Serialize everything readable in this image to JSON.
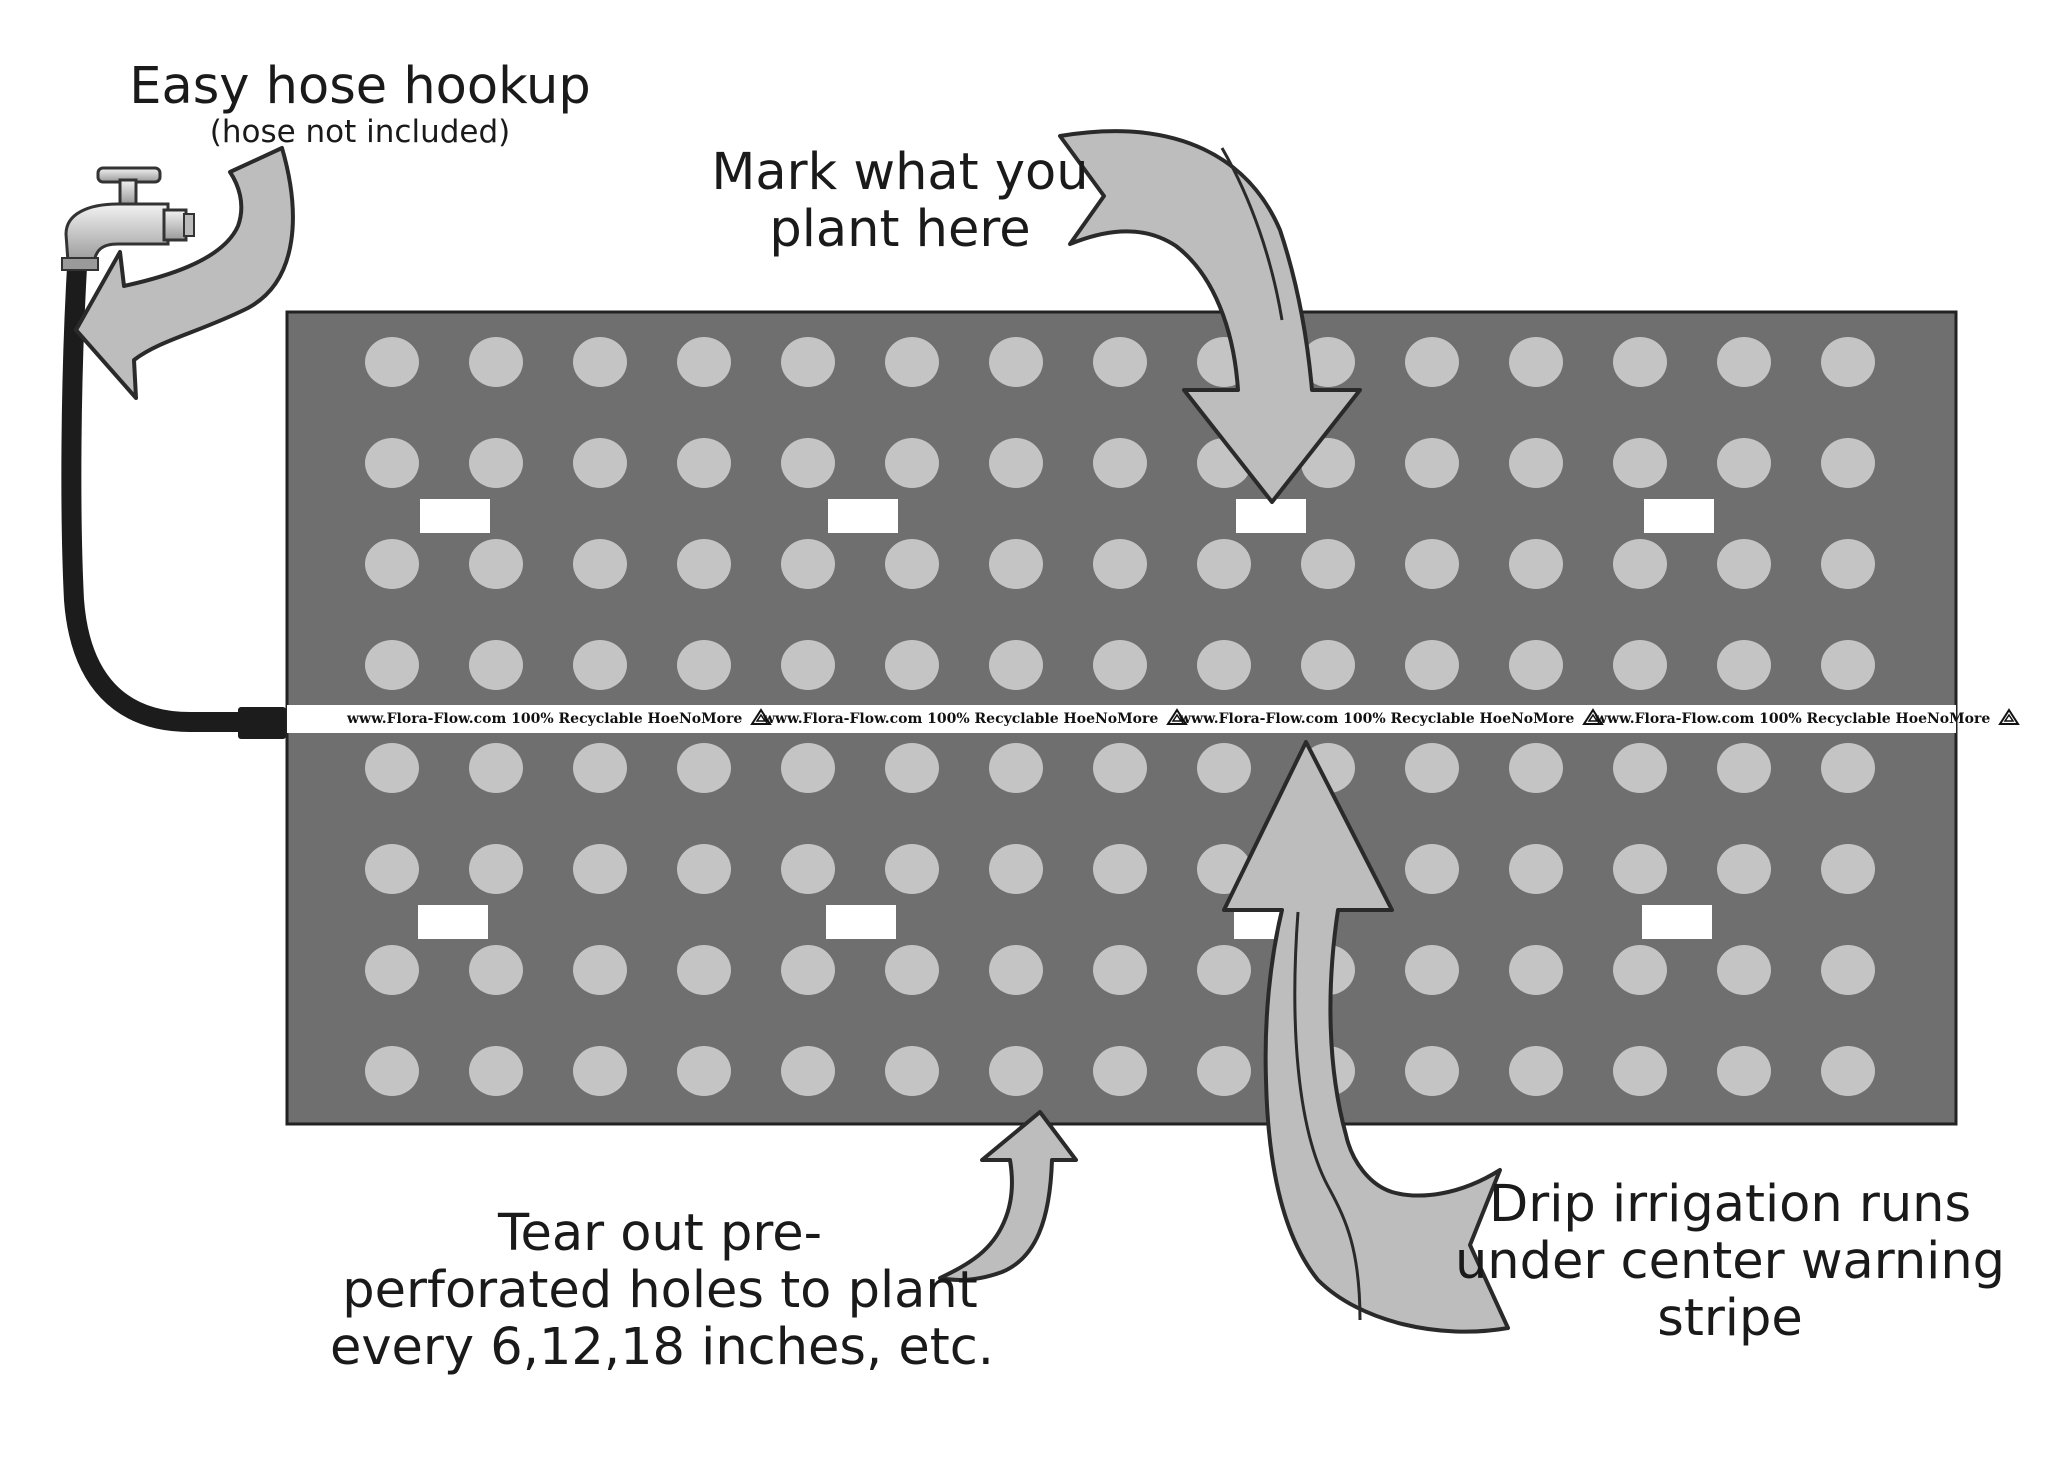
{
  "callouts": {
    "hose": {
      "title": "Easy hose hookup",
      "note": "(hose not included)"
    },
    "mark": {
      "lines": [
        "Mark what you",
        "plant here"
      ]
    },
    "tear": {
      "lines": [
        "Tear out pre-",
        "perforated holes to plant",
        "every 6,12,18 inches, etc."
      ]
    },
    "drip": {
      "lines": [
        "Drip irrigation runs",
        "under center warning",
        "stripe"
      ]
    }
  },
  "stripe": {
    "text": "www.Flora-Flow.com 100% Recyclable HoeNoMore",
    "repeat_count": 4
  },
  "mat": {
    "hole_grid": {
      "columns": 15,
      "rows_above_stripe": 4,
      "rows_below_stripe": 4
    },
    "marker_tabs_per_half": 4
  },
  "colors": {
    "mat": "#6f6f6f",
    "mat_border": "#222222",
    "hole": "#c4c4c4",
    "arrow_fill": "#bdbdbd",
    "arrow_stroke": "#2a2a2a",
    "hose": "#1c1c1c",
    "stripe": "#ffffff",
    "marker_tab": "#ffffff"
  },
  "icons": [
    "faucet-icon",
    "recycle-icon"
  ]
}
